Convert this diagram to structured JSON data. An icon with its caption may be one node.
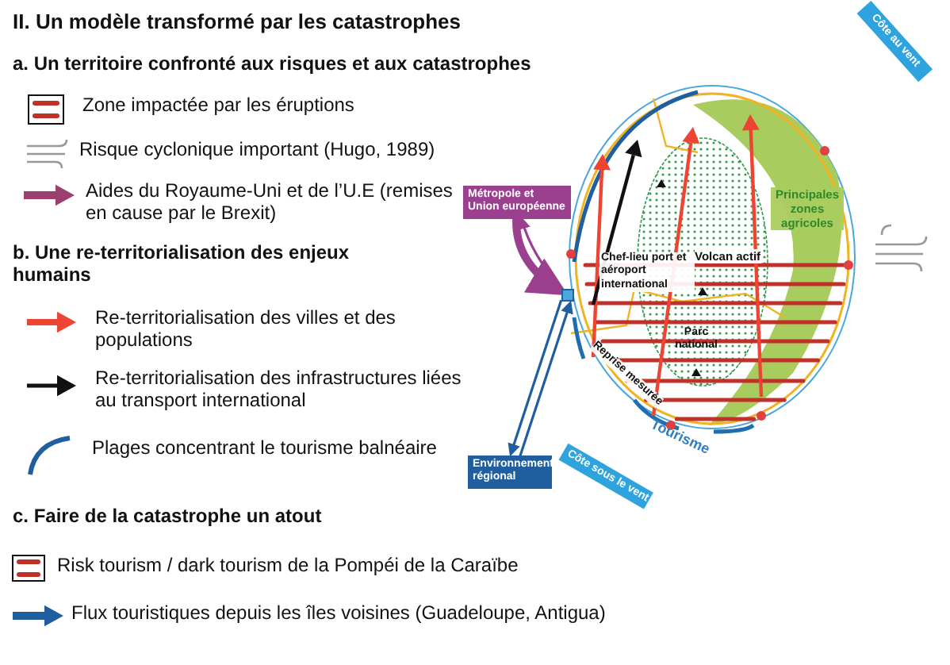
{
  "diagram": {
    "title": "II. Un modèle transformé par les catastrophes",
    "nodes": [
      {
        "text": [
          "Métropole et Union européenne"
        ]
      },
      {
        "text": [],
        "shape": "box",
        "beside": [
          "Chef-lieu port et aéroport international"
        ]
      },
      {
        "text": [
          "Environnement régional"
        ]
      },
      {
        "text": [
          "Côte au vent"
        ]
      },
      {
        "text": [
          "Côte sous le vent"
        ]
      }
    ],
    "edges": [
      {
        "from": 0,
        "to": 1,
        "arrow": "to",
        "style": "thick",
        "color": "#9b3f8f"
      },
      {
        "from": 1,
        "to": 0,
        "arrow": "to",
        "color": "#9b3f8f"
      },
      {
        "from": 2,
        "to": 1,
        "arrow": "to",
        "color": "#1f5f9f"
      },
      {
        "from": 1,
        "to": 2,
        "arrow": "to",
        "color": "#1f5f9f"
      }
    ],
    "labels": [
      "a. Un territoire confronté aux risques et aux catastrophes",
      "b. Une re-territorialisation des enjeux humains",
      "c. Faire de la catastrophe un atout",
      "Principales zones agricoles",
      "Volcan actif",
      "Parc national",
      "Reprise mesurée",
      "Tourisme"
    ],
    "legend": [
      {
        "text": "Zone impactée par les éruptions"
      },
      {
        "text": "Risque cyclonique important (Hugo, 1989)"
      },
      {
        "text": "Aides du Royaume-Uni et de l’U.E (remises en cause par le Brexit)"
      },
      {
        "text": "Re-territorialisation des villes et des populations"
      },
      {
        "text": "Re-territorialisation des infrastructures liées au transport international"
      },
      {
        "text": "Plages concentrant le tourisme balnéaire"
      },
      {
        "text": "Risk tourism / dark tourism de la Pompéi de la Caraïbe"
      },
      {
        "text": "Flux touristiques depuis les îles voisines (Guadeloupe, Antigua)"
      }
    ]
  }
}
